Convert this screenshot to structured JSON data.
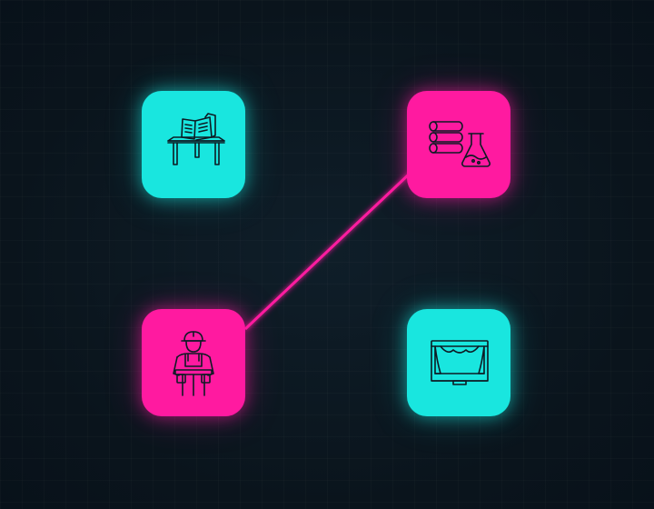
{
  "diagram": {
    "nodes": [
      {
        "id": "desk",
        "icon": "desk-with-papers-icon",
        "color": "#19e6df"
      },
      {
        "id": "lab",
        "icon": "scrolls-and-flask-icon",
        "color": "#ff1aa0"
      },
      {
        "id": "worker",
        "icon": "construction-worker-icon",
        "color": "#ff1aa0"
      },
      {
        "id": "stage",
        "icon": "theater-stage-icon",
        "color": "#19e6df"
      }
    ],
    "edges": [
      {
        "from": "desk",
        "to": "lab",
        "color": "#19e6df"
      },
      {
        "from": "desk",
        "to": "worker",
        "color": "#19e6df"
      },
      {
        "from": "lab",
        "to": "stage",
        "color": "#ff1aa0"
      },
      {
        "from": "worker",
        "to": "lab",
        "color": "#ff1aa0"
      },
      {
        "from": "worker",
        "to": "stage",
        "color": "#19e6df"
      }
    ],
    "colors": {
      "background": "#0b1620",
      "cyan": "#19e6df",
      "pink": "#ff1aa0"
    }
  }
}
